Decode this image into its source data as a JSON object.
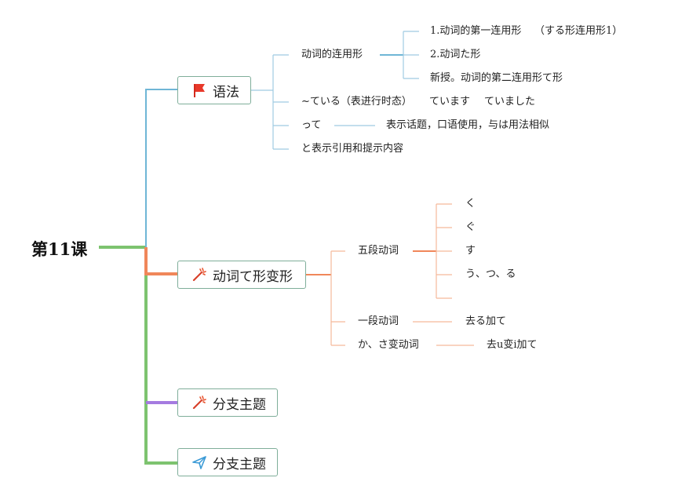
{
  "root": {
    "label": "第11课"
  },
  "topics": [
    {
      "label": "语法",
      "icon": "red-flag-icon",
      "color": "#6fb6d6",
      "children": [
        {
          "label": "动词的连用形",
          "children": [
            {
              "label": "1.动词的第一连用形",
              "note": "（する形连用形1）"
            },
            {
              "label": "2.动词た形"
            },
            {
              "label": "新授。动词的第二连用形て形"
            }
          ]
        },
        {
          "label": "~ている（表进行时态）",
          "extra": [
            "ています",
            "ていました"
          ]
        },
        {
          "label": "って",
          "children": [
            {
              "label": "表示话题，口语使用，与は用法相似"
            }
          ]
        },
        {
          "label": "と表示引用和提示内容"
        }
      ]
    },
    {
      "label": "动词て形变形",
      "icon": "magic-wand-icon",
      "color": "#f0875a",
      "children": [
        {
          "label": "五段动词",
          "children": [
            {
              "label": "く"
            },
            {
              "label": "ぐ"
            },
            {
              "label": "す"
            },
            {
              "label": "う、つ、る"
            },
            {
              "label": ""
            }
          ]
        },
        {
          "label": "一段动词",
          "children": [
            {
              "label": "去る加て"
            }
          ]
        },
        {
          "label": "か、さ变动词",
          "children": [
            {
              "label": "去u变i加て"
            }
          ]
        }
      ]
    },
    {
      "label": "分支主题",
      "icon": "magic-wand-icon",
      "color": "#a57be0"
    },
    {
      "label": "分支主题",
      "icon": "paper-plane-icon",
      "color": "#7dc36f"
    }
  ]
}
